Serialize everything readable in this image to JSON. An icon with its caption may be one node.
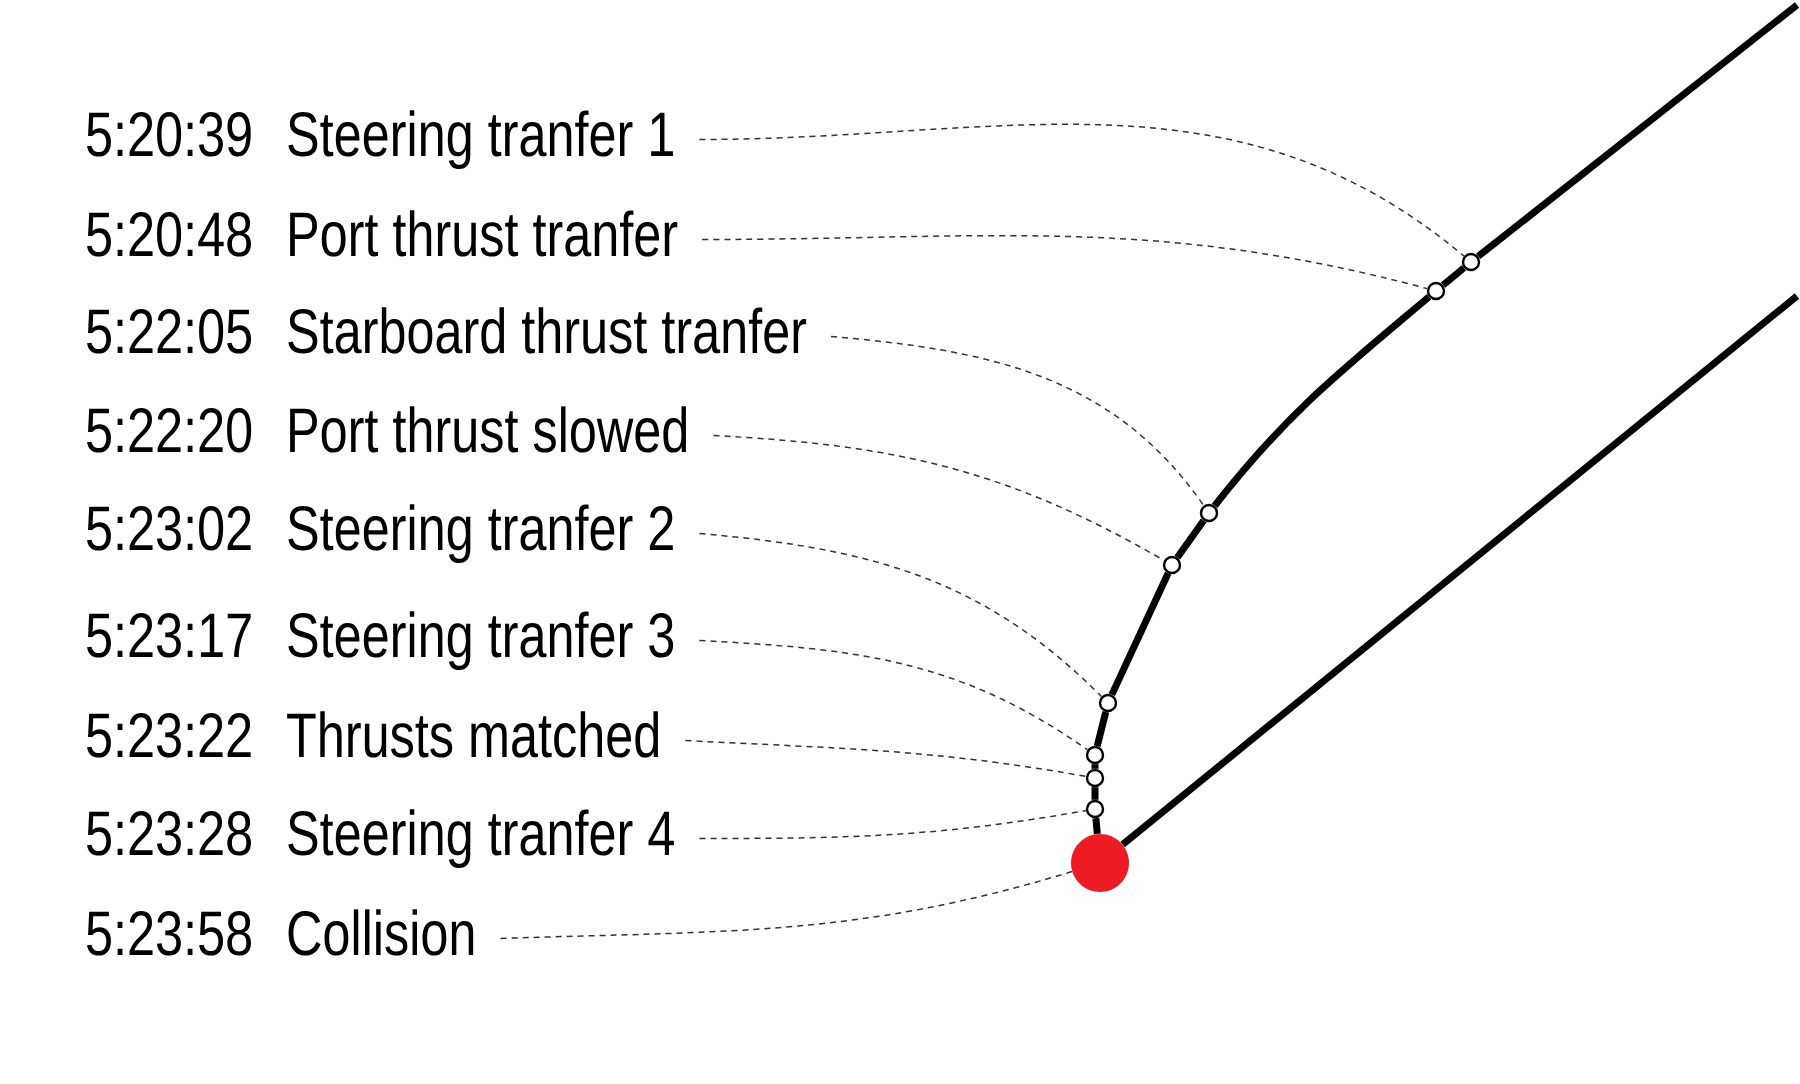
{
  "diagram": {
    "nodes": [
      {
        "text": [
          "5:20:39",
          "Steering tranfer 1"
        ]
      },
      {
        "text": [
          "5:20:48",
          "Port thrust tranfer"
        ]
      },
      {
        "text": [
          "5:22:05",
          "Starboard thrust tranfer"
        ]
      },
      {
        "text": [
          "5:22:20",
          "Port thrust slowed"
        ]
      },
      {
        "text": [
          "5:23:02",
          "Steering tranfer 2"
        ]
      },
      {
        "text": [
          "5:23:17",
          "Steering tranfer 3"
        ]
      },
      {
        "text": [
          "5:23:22",
          "Thrusts matched"
        ]
      },
      {
        "text": [
          "5:23:28",
          "Steering tranfer 4"
        ]
      },
      {
        "text": [
          "5:23:58",
          "Collision"
        ]
      },
      {
        "text": [],
        "shape": "circle"
      },
      {
        "text": [],
        "shape": "circle"
      },
      {
        "text": [],
        "shape": "circle"
      },
      {
        "text": [],
        "shape": "circle"
      },
      {
        "text": [],
        "shape": "circle"
      },
      {
        "text": [],
        "shape": "circle"
      },
      {
        "text": [],
        "shape": "circle"
      },
      {
        "text": [],
        "shape": "circle"
      },
      {
        "text": [],
        "shape": "circle"
      }
    ],
    "edges": [
      {
        "from": 0,
        "to": 9,
        "arrow": "none",
        "style": "dashed"
      },
      {
        "from": 1,
        "to": 10,
        "arrow": "none",
        "style": "dashed"
      },
      {
        "from": 2,
        "to": 11,
        "arrow": "none",
        "style": "dashed"
      },
      {
        "from": 3,
        "to": 12,
        "arrow": "none",
        "style": "dashed"
      },
      {
        "from": 4,
        "to": 13,
        "arrow": "none",
        "style": "dashed"
      },
      {
        "from": 5,
        "to": 14,
        "arrow": "none",
        "style": "dashed"
      },
      {
        "from": 6,
        "to": 15,
        "arrow": "none",
        "style": "dashed"
      },
      {
        "from": 7,
        "to": 16,
        "arrow": "none",
        "style": "dashed"
      },
      {
        "from": 8,
        "to": 17,
        "arrow": "none",
        "style": "dashed"
      },
      {
        "from": null,
        "to": 9,
        "arrow": "none"
      },
      {
        "from": 9,
        "to": 10,
        "arrow": "none"
      },
      {
        "from": 10,
        "to": 11,
        "arrow": "none"
      },
      {
        "from": 11,
        "to": 12,
        "arrow": "none"
      },
      {
        "from": 12,
        "to": 13,
        "arrow": "none"
      },
      {
        "from": 13,
        "to": 14,
        "arrow": "none"
      },
      {
        "from": 14,
        "to": 15,
        "arrow": "none"
      },
      {
        "from": 15,
        "to": 16,
        "arrow": "none"
      },
      {
        "from": 16,
        "to": 17,
        "arrow": "none"
      },
      {
        "from": null,
        "to": 17,
        "arrow": "none"
      }
    ]
  }
}
